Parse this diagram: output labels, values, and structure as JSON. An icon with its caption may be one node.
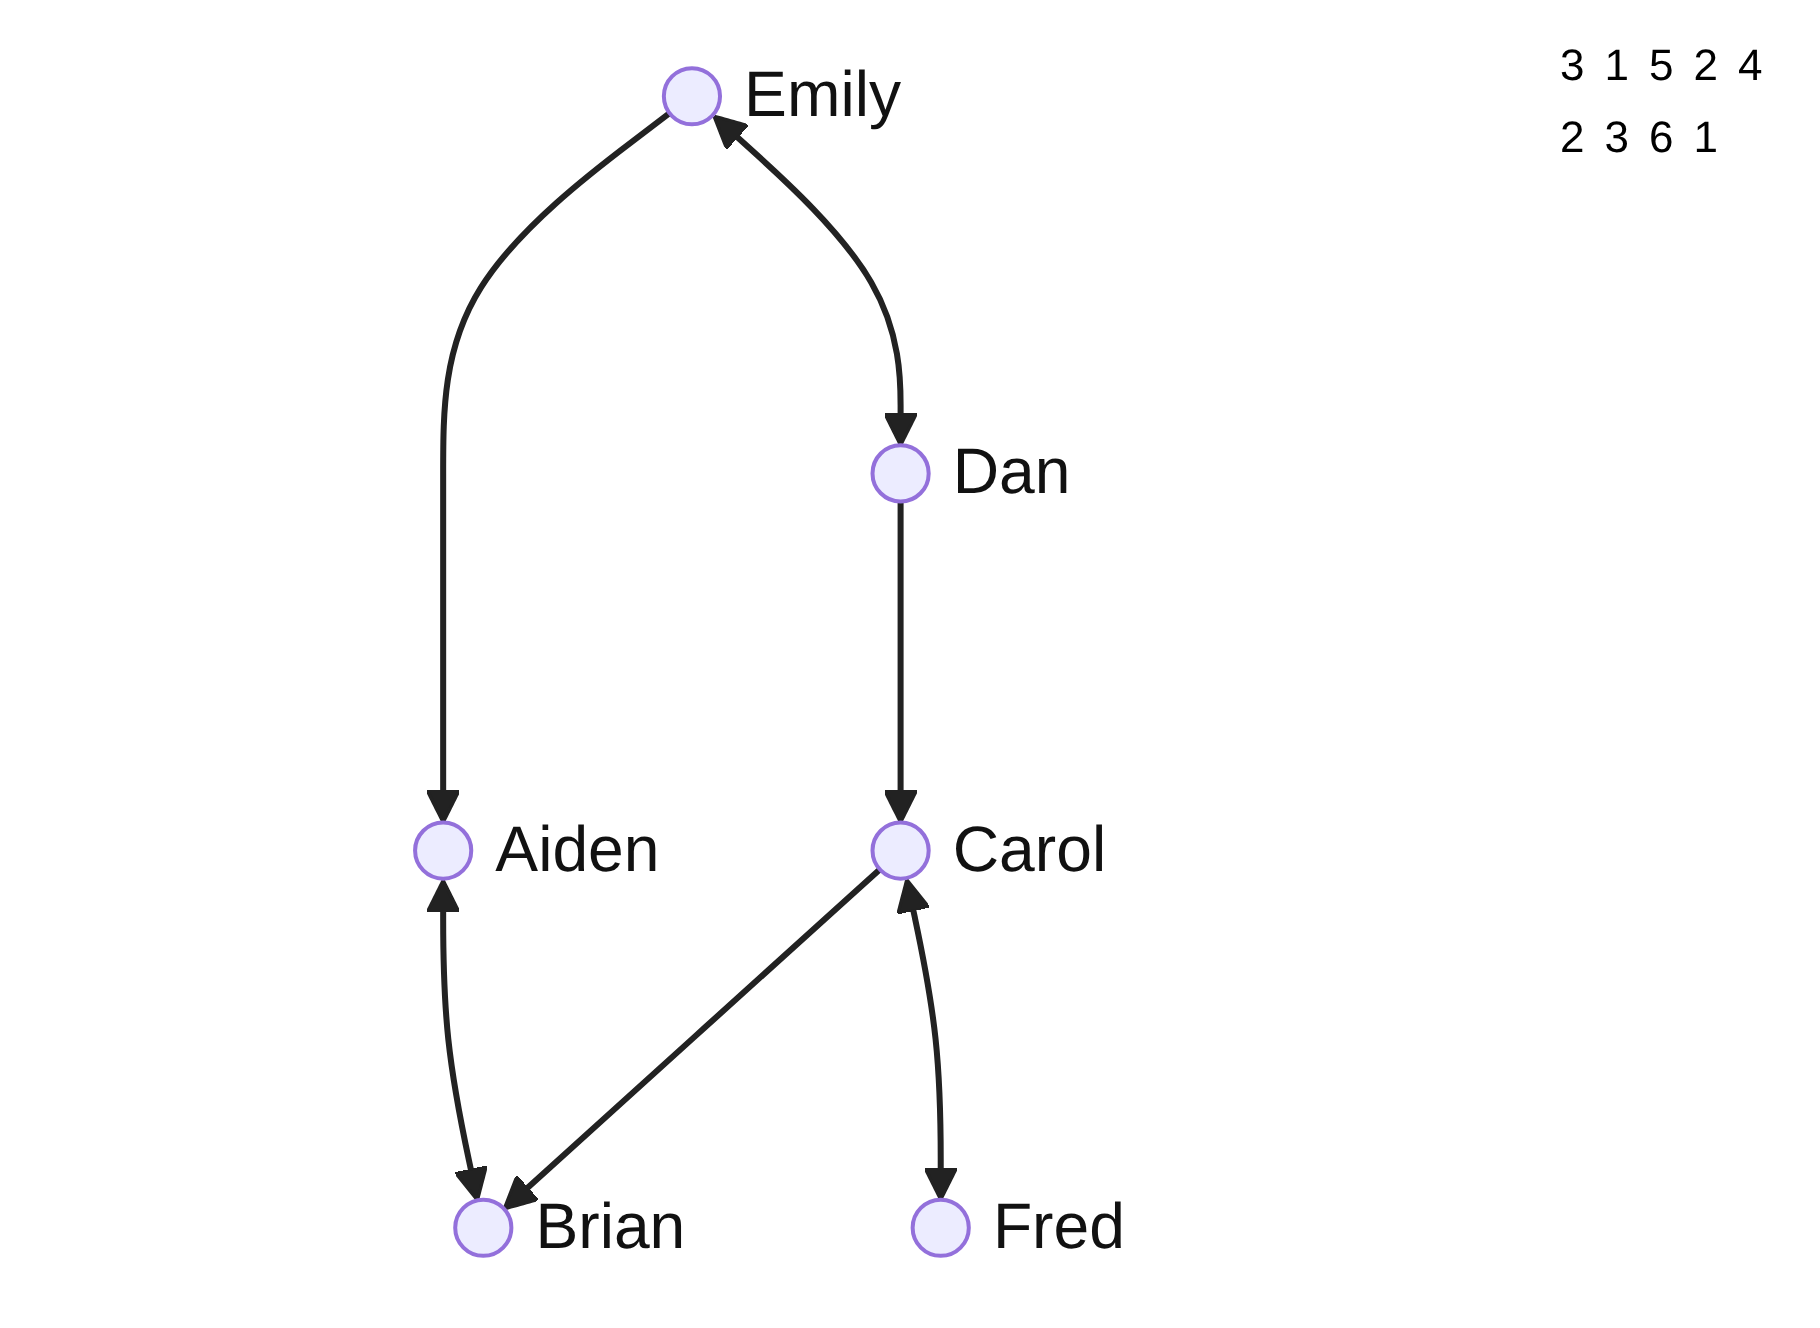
{
  "diagram": {
    "nodes": [
      {
        "text": [],
        "shape": "circle",
        "beside": [
          "Aiden"
        ]
      },
      {
        "text": [],
        "shape": "circle",
        "beside": [
          "Brian"
        ]
      },
      {
        "text": [],
        "shape": "circle",
        "beside": [
          "Carol"
        ]
      },
      {
        "text": [],
        "shape": "circle",
        "beside": [
          "Emily"
        ]
      },
      {
        "text": [],
        "shape": "circle",
        "beside": [
          "Dan"
        ]
      },
      {
        "text": [],
        "shape": "circle",
        "beside": [
          "Fred"
        ]
      }
    ],
    "edges": [
      {
        "from": 0,
        "to": 1,
        "arrow": "both"
      },
      {
        "from": 3,
        "to": 0,
        "arrow": "to"
      },
      {
        "from": 2,
        "to": 1,
        "arrow": "to"
      },
      {
        "from": 3,
        "to": 4,
        "arrow": "both"
      },
      {
        "from": 4,
        "to": 2,
        "arrow": "to"
      },
      {
        "from": 2,
        "to": 5,
        "arrow": "both"
      }
    ],
    "labels": [
      "3",
      "1",
      "5",
      "2",
      "4",
      "2",
      "3",
      "6",
      "1"
    ]
  }
}
